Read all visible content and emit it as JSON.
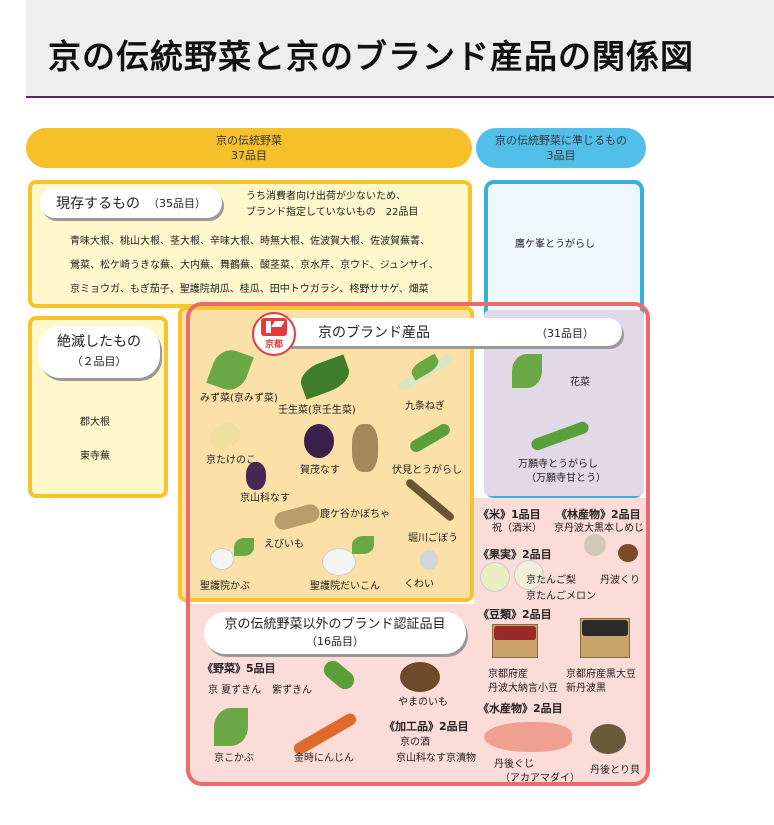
{
  "page": {
    "title": "京の伝統野菜と京のブランド産品の関係図"
  },
  "categories": {
    "traditional": {
      "label": "京の伝統野菜",
      "count": "37品目",
      "color": "#f6c02a"
    },
    "semi": {
      "label": "京の伝統野菜に準じるもの",
      "count": "3品目",
      "color": "#52bfea"
    }
  },
  "existing": {
    "label": "現存するもの",
    "count": "（35品目）",
    "note_line1": "うち消費者向け出荷が少ないため、",
    "note_line2": "ブランド指定していないもの　22品目",
    "rows": [
      "青味大根、桃山大根、茎大根、辛味大根、時無大根、佐波賀大根、佐波賀蕪菁、",
      "鶯菜、松ケ崎うきな蕪、大内蕪、舞鶴蕪、酸茎菜、京水芹、京ウド、ジュンサイ、",
      "京ミョウガ、もぎ茄子、聖護院胡瓜、桂瓜、田中トウガラシ、柊野ササゲ、畑菜"
    ]
  },
  "extinct": {
    "label": "絶滅したもの",
    "count": "（２品目）",
    "items": [
      "郡大根",
      "東寺蕪"
    ]
  },
  "brand": {
    "label": "京のブランド産品",
    "count": "（31品目）",
    "logo_text": "京都",
    "color": "#ee6a6a",
    "traditional_items": [
      "みず菜(京みず菜)",
      "壬生菜(京壬生菜)",
      "九条ねぎ",
      "京たけのこ",
      "賀茂なす",
      "伏見とうがらし",
      "京山科なす",
      "鹿ケ谷かぼちゃ",
      "えびいも",
      "堀川ごぼう",
      "聖護院かぶ",
      "聖護院だいこん",
      "くわい"
    ],
    "semi_items": [
      "花菜",
      "万願寺とうがらし",
      "（万願寺甘とう）"
    ]
  },
  "semi_only": {
    "items": [
      "鷹ケ峯とうがらし"
    ]
  },
  "other_brand": {
    "label": "京の伝統野菜以外のブランド認証品目",
    "count": "（16品目）",
    "vegetables": {
      "heading": "《野菜》5品目",
      "items": [
        "京 夏ずきん",
        "紫ずきん",
        "やまのいも",
        "京こかぶ",
        "金時にんじん"
      ]
    },
    "processed": {
      "heading": "《加工品》2品目",
      "items": [
        "京の酒",
        "京山科なす京漬物"
      ]
    },
    "rice": {
      "heading": "《米》1品目",
      "items": [
        "祝（酒米）"
      ]
    },
    "forest": {
      "heading": "《林産物》2品目",
      "items": [
        "京丹波大黒本しめじ",
        "丹波くり"
      ]
    },
    "fruit": {
      "heading": "《果実》2品目",
      "items": [
        "京たんご梨",
        "京たんごメロン"
      ]
    },
    "beans": {
      "heading": "《豆類》2品目",
      "items": [
        "京都府産",
        "丹波大納言小豆",
        "京都府産黒大豆",
        "新丹波黒"
      ]
    },
    "seafood": {
      "heading": "《水産物》2品目",
      "items": [
        "丹後ぐじ",
        "（アカアマダイ）",
        "丹後とり貝"
      ]
    }
  }
}
